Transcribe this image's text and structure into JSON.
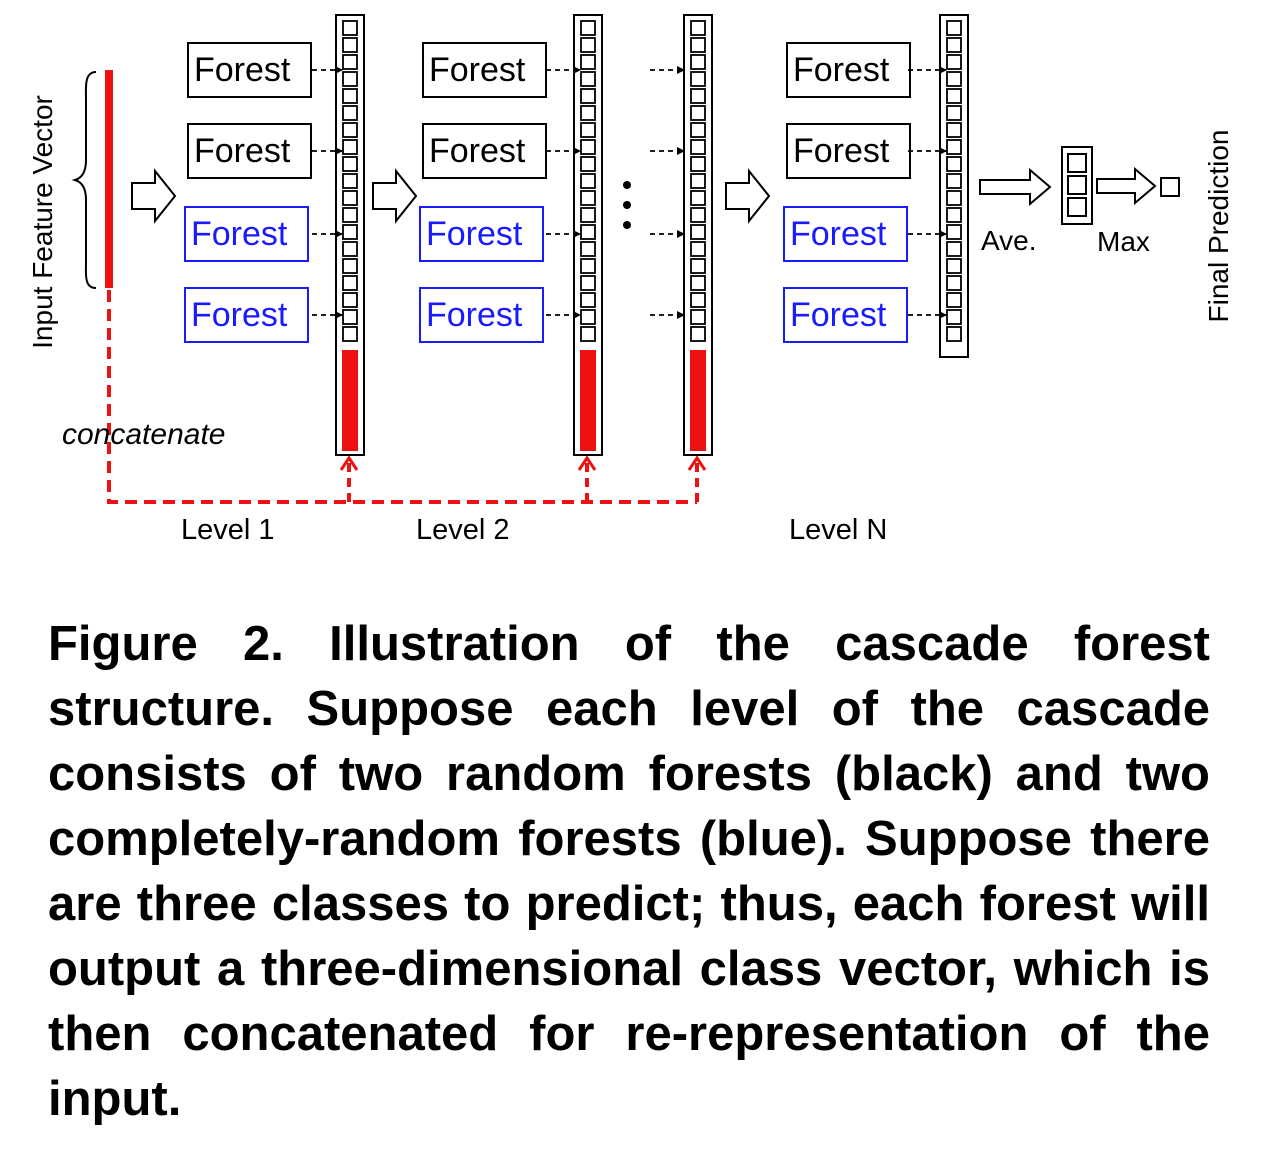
{
  "diagram": {
    "input_label": "Input Feature Vector",
    "forest_label": "Forest",
    "concatenate_label": "concatenate",
    "levels": [
      "Level 1",
      "Level 2",
      "Level N"
    ],
    "average_label": "Ave.",
    "max_label": "Max",
    "output_label": "Final Prediction",
    "colors": {
      "random_forest": "#000000",
      "completely_random_forest": "#1a1aff",
      "feature_vector": "#ee1111"
    }
  },
  "caption": "Figure 2. Illustration of the cascade forest structure. Suppose each level of the cascade consists of two random forests (black) and two completely-random forests (blue). Suppose there are three classes to predict; thus, each forest will output a three-dimensional class vector, which is then concatenated for re-representation of the input."
}
